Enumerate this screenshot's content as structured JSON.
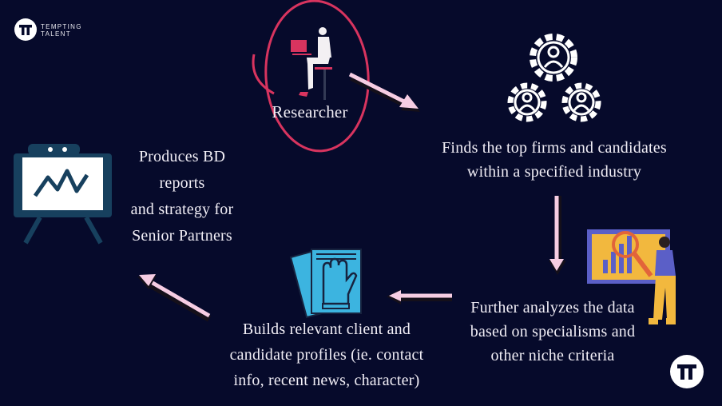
{
  "brand": {
    "logo_mark": "TT",
    "line1": "TEMPTING",
    "line2": "TALENT"
  },
  "steps": {
    "researcher": {
      "label": "Researcher"
    },
    "find": {
      "lines": [
        "Finds the top firms and candidates",
        "within a specified industry"
      ]
    },
    "analyze": {
      "lines": [
        "Further analyzes the data",
        "based on specialisms and",
        "other niche criteria"
      ]
    },
    "profiles": {
      "lines": [
        "Builds relevant client and",
        "candidate profiles (ie. contact",
        "info, recent news, character)"
      ]
    },
    "reports": {
      "lines": [
        "Produces BD",
        "reports",
        "and strategy for",
        "Senior Partners"
      ]
    }
  },
  "colors": {
    "background": "#060a2b",
    "accent_red": "#d8345f",
    "arrow_pink": "#f6cde3",
    "icon_blue": "#3cb4e0",
    "easel_navy": "#17405e"
  }
}
